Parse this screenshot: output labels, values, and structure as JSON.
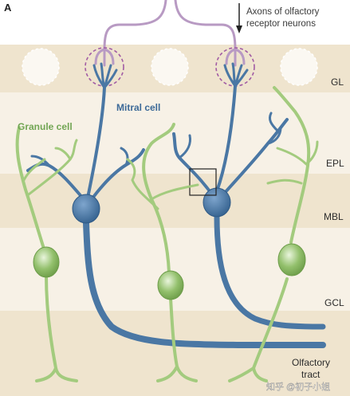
{
  "panel_letter": "A",
  "axon_label_line1": "Axons of olfactory",
  "axon_label_line2": "receptor neurons",
  "cells": {
    "mitral": "Mitral cell",
    "granule": "Granule cell"
  },
  "layers": {
    "gl": "GL",
    "epl": "EPL",
    "mbl": "MBL",
    "gcl": "GCL"
  },
  "tract_line1": "Olfactory",
  "tract_line2": "tract",
  "watermark": "知乎 @初子小姐",
  "colors": {
    "layer_band": "#efe4ce",
    "light_band": "#f7f1e6",
    "mitral": "#4a77a4",
    "mitral_soma": "#3f6894",
    "granule": "#a3cb7e",
    "granule_soma": "#86b560",
    "receptor_axon": "#b89ac3",
    "glomerulus": "#a15ba4",
    "text": "#3b3b3b",
    "mitral_text": "#3d6a98",
    "granule_text": "#72a654"
  }
}
